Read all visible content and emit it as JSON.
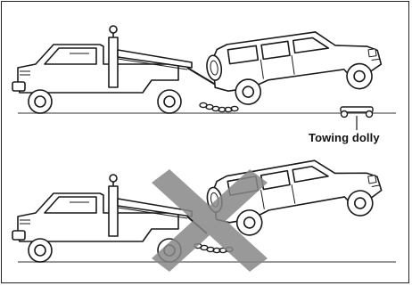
{
  "labels": {
    "dolly": "Towing dolly"
  },
  "panels": [
    {
      "id": "correct",
      "crossed_out": false
    },
    {
      "id": "incorrect",
      "crossed_out": true
    }
  ],
  "colors": {
    "line": "#1a1a1a",
    "ground": "#777777",
    "cross": "#888888",
    "cross_opacity": 0.85
  }
}
